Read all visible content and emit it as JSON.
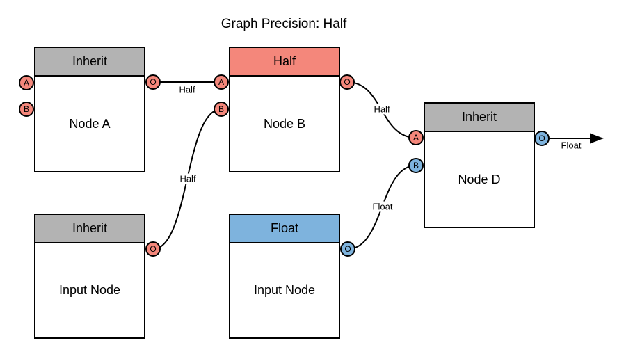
{
  "title": "Graph Precision: Half",
  "colors": {
    "inherit_gray": "#B3B3B3",
    "half_salmon": "#F4877B",
    "float_blue": "#7EB3DD",
    "stroke": "#000000",
    "background": "#FFFFFF"
  },
  "nodes": [
    {
      "name": "node-a",
      "header": "Inherit",
      "label": "Node A",
      "ports": [
        {
          "label": "A"
        },
        {
          "label": "B"
        },
        {
          "label": "O"
        }
      ]
    },
    {
      "name": "node-b",
      "header": "Half",
      "label": "Node B",
      "ports": [
        {
          "label": "A"
        },
        {
          "label": "B"
        },
        {
          "label": "O"
        }
      ]
    },
    {
      "name": "node-d",
      "header": "Inherit",
      "label": "Node D",
      "ports": [
        {
          "label": "A"
        },
        {
          "label": "B"
        },
        {
          "label": "O"
        }
      ]
    },
    {
      "name": "input-node-bottom-left",
      "header": "Inherit",
      "label": "Input Node",
      "ports": [
        {
          "label": "O"
        }
      ]
    },
    {
      "name": "input-node-bottom-middle",
      "header": "Float",
      "label": "Input Node",
      "ports": [
        {
          "label": "O"
        }
      ]
    }
  ],
  "edges": [
    {
      "from": "node-a.O",
      "to": "node-b.A",
      "label": "Half"
    },
    {
      "from": "input-node-bottom-left.O",
      "to": "node-b.B",
      "label": "Half"
    },
    {
      "from": "node-b.O",
      "to": "node-d.A",
      "label": "Half"
    },
    {
      "from": "input-node-bottom-middle.O",
      "to": "node-d.B",
      "label": "Float"
    },
    {
      "from": "node-d.O",
      "to": "output-arrow",
      "label": "Float"
    }
  ]
}
